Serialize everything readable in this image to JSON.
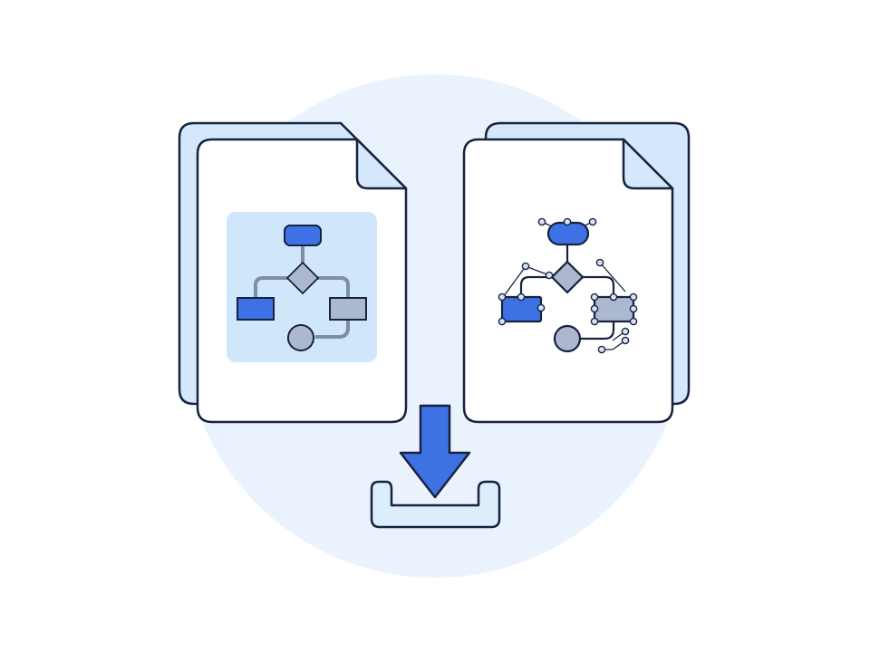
{
  "palette": {
    "background": "#ffffff",
    "circle": "#eaf3fd",
    "outline": "#16223f",
    "paper": "#ffffff",
    "back_sheet": "#d4e7fb",
    "raster_panel": "#cfe6fb",
    "accent_blue": "#3e72e4",
    "shape_gray": "#abb8cf",
    "connector_gray": "#7f8ea6",
    "handle_fill": "#d7e4f7",
    "tray": "#dcedfc"
  },
  "illustration": {
    "left_document": {
      "kind": "raster-image-file",
      "content": "pixelated-flowchart",
      "shapes": [
        "rounded-node",
        "decision-diamond",
        "left-box",
        "right-box",
        "circle-node"
      ]
    },
    "right_document": {
      "kind": "vector-image-file",
      "content": "vector-flowchart-with-anchor-points",
      "shapes": [
        "rounded-node",
        "decision-diamond",
        "left-box",
        "right-box",
        "circle-node"
      ]
    },
    "download_action": {
      "icons": [
        "down-arrow-icon",
        "tray-icon"
      ]
    }
  }
}
